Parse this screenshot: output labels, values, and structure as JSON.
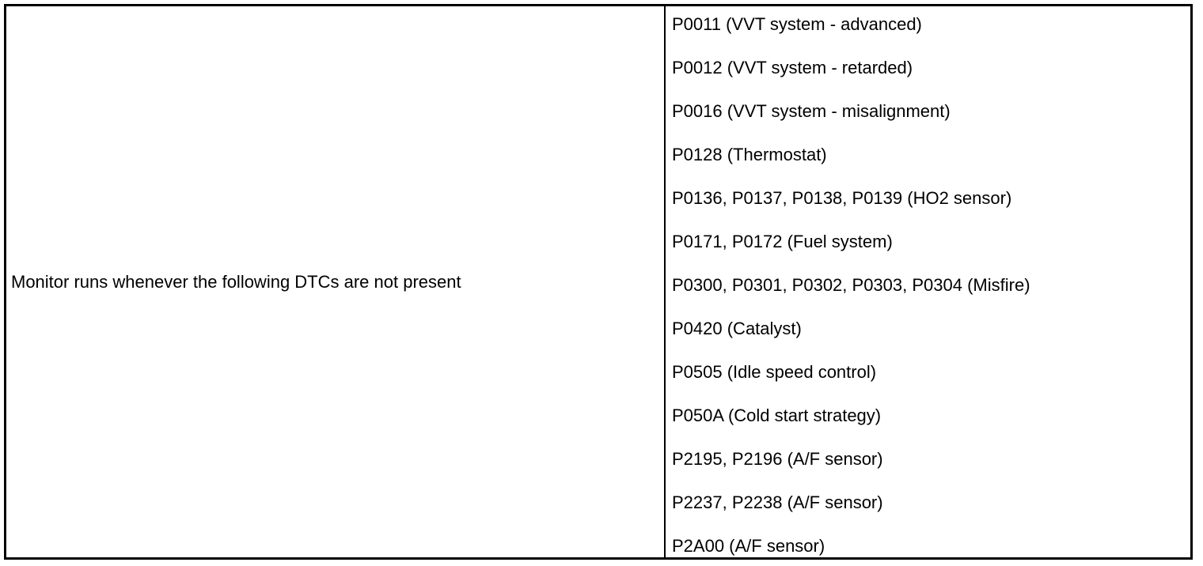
{
  "condition": {
    "label": "Monitor runs whenever the following DTCs are not present"
  },
  "dtcs": [
    "P0011 (VVT system - advanced)",
    "P0012 (VVT system - retarded)",
    "P0016 (VVT system - misalignment)",
    "P0128 (Thermostat)",
    "P0136, P0137, P0138, P0139 (HO2 sensor)",
    "P0171, P0172 (Fuel system)",
    "P0300, P0301, P0302, P0303, P0304 (Misfire)",
    "P0420 (Catalyst)",
    "P0505 (Idle speed control)",
    "P050A (Cold start strategy)",
    "P2195, P2196 (A/F sensor)",
    "P2237, P2238 (A/F sensor)",
    "P2A00 (A/F sensor)"
  ]
}
